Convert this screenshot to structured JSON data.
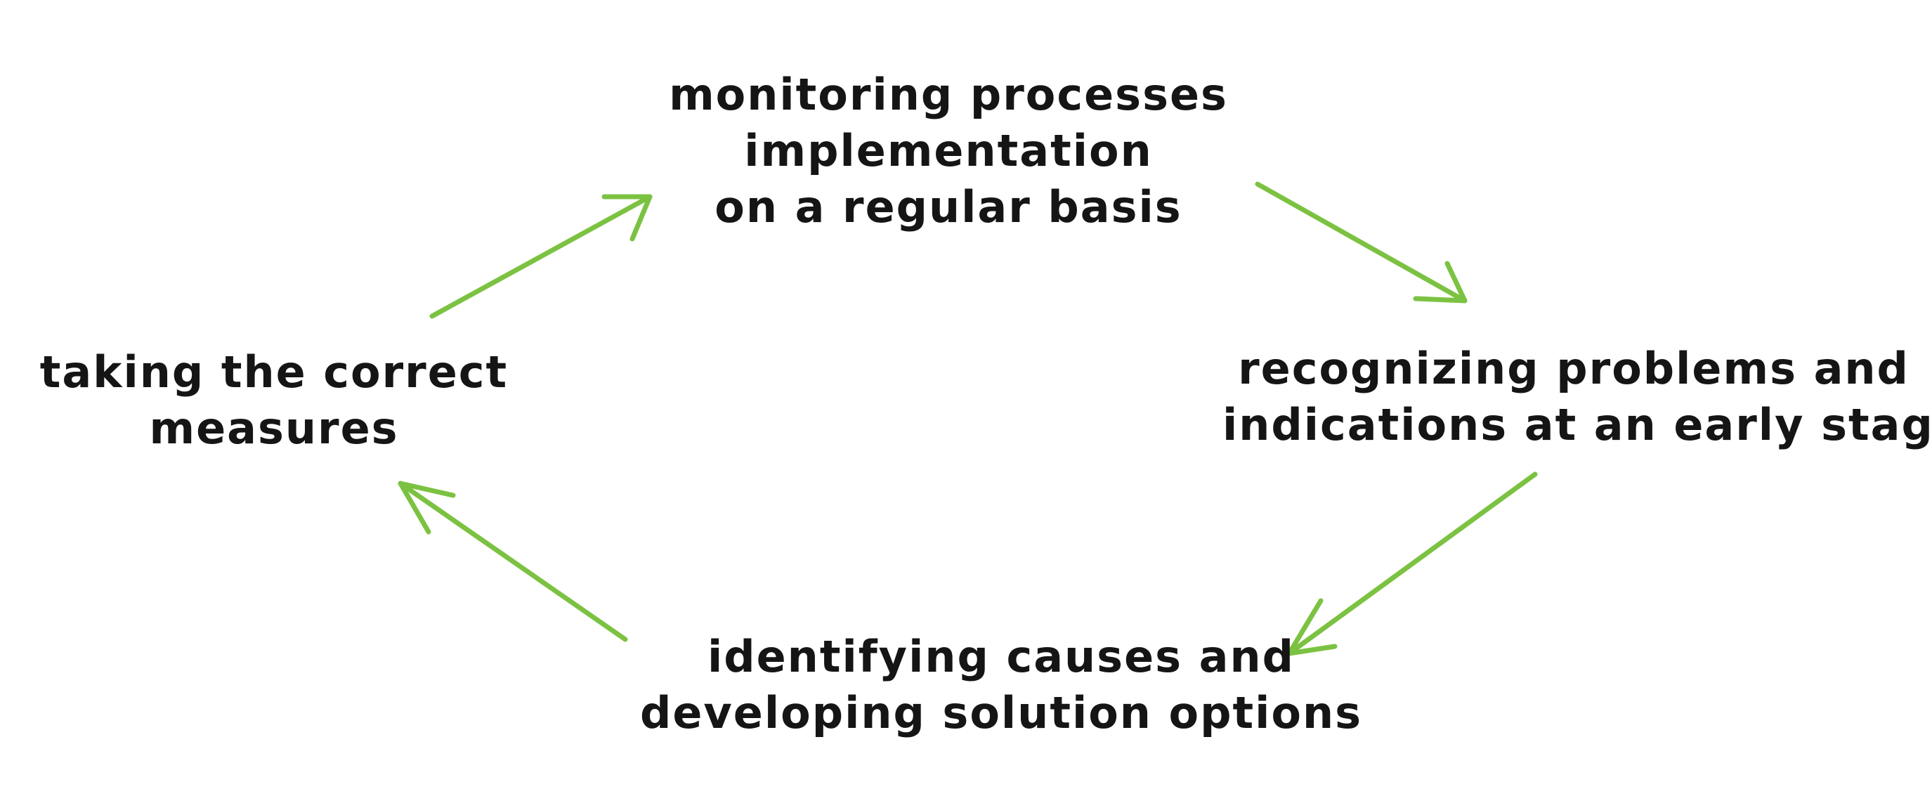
{
  "diagram": {
    "type": "cycle",
    "arrow_color": "#7cc242",
    "text_color": "#151515",
    "nodes": {
      "top": {
        "line1": "monitoring processes",
        "line2": "implementation",
        "line3": "on a regular basis"
      },
      "right": {
        "line1": "recognizing problems and",
        "line2": "indications at an early stage"
      },
      "bottom": {
        "line1": "identifying causes and",
        "line2": "developing solution options"
      },
      "left": {
        "line1": "taking the correct",
        "line2": "measures"
      }
    },
    "edges": [
      {
        "from": "top",
        "to": "right"
      },
      {
        "from": "right",
        "to": "bottom"
      },
      {
        "from": "bottom",
        "to": "left"
      },
      {
        "from": "left",
        "to": "top"
      }
    ]
  }
}
